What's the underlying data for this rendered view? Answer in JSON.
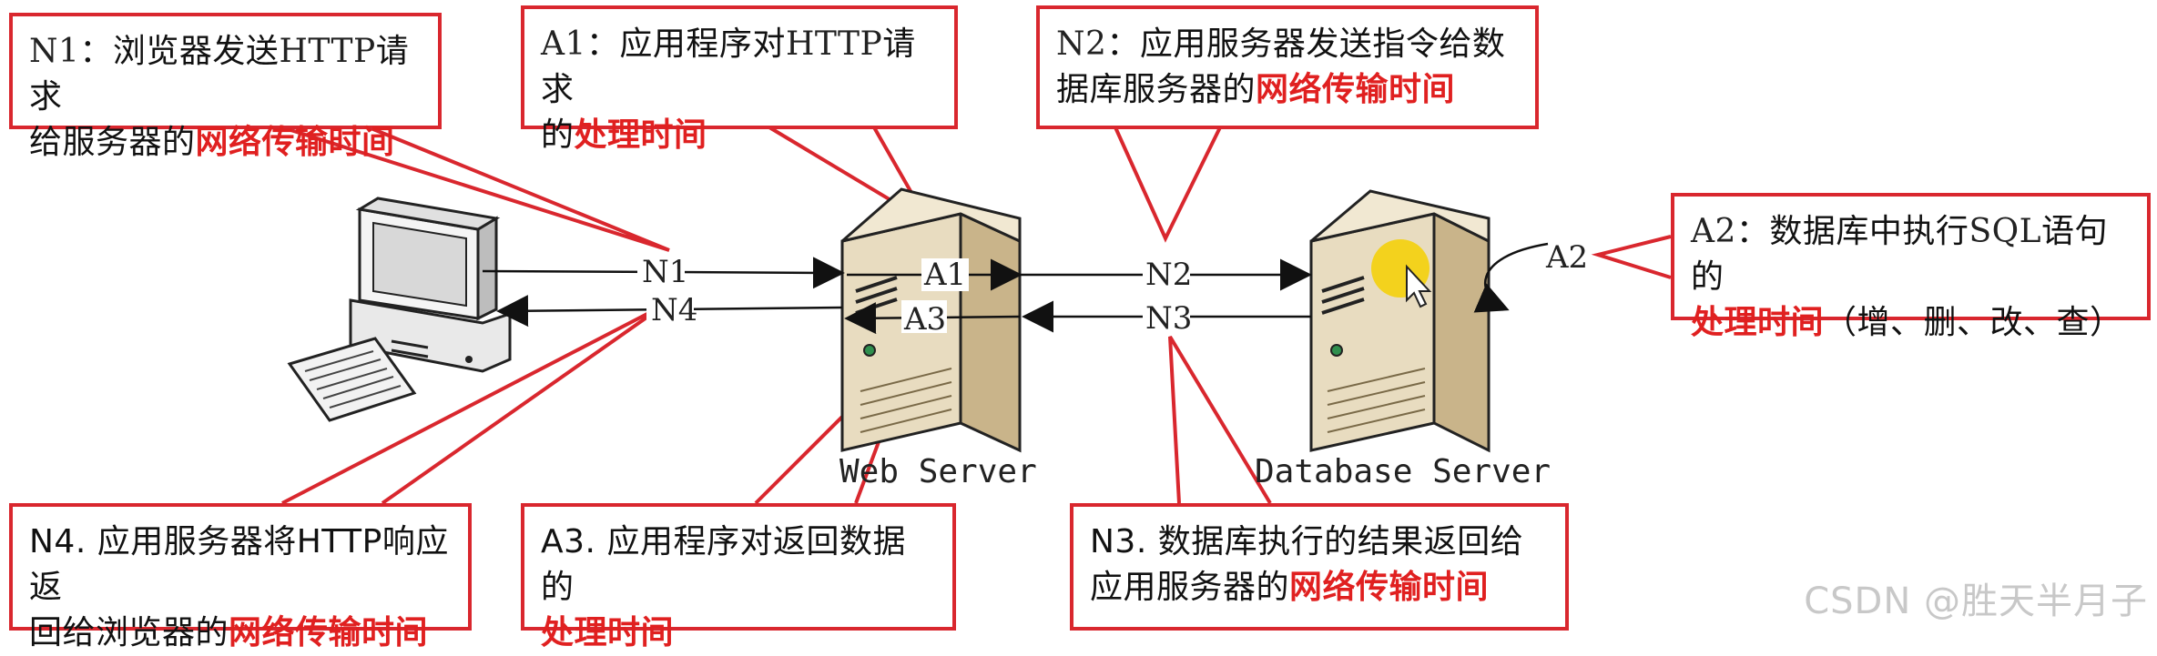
{
  "callouts": {
    "n1": {
      "id": "N1",
      "sep": "：",
      "t1": "浏览器发送",
      "code": "HTTP",
      "t2": "请求",
      "t3": "给服务器的",
      "hl": "网络传输时间"
    },
    "a1": {
      "id": "A1",
      "sep": "：",
      "t1": "应用程序对",
      "code": "HTTP",
      "t2": "请求",
      "t3": "的",
      "hl": "处理时间"
    },
    "n2": {
      "id": "N2",
      "sep": "：",
      "t1": "应用服务器发送指令给数",
      "t3": "据库服务器的",
      "hl": "网络传输时间"
    },
    "a2": {
      "id": "A2",
      "sep": "：",
      "t1": "数据库中执行",
      "code": "SQL",
      "t2": "语句的",
      "hl": "处理时间",
      "t4": "（增、删、改、查）"
    },
    "n4": {
      "id": "N4.",
      "t1": "应用服务器将HTTP响应返",
      "t3": "回给浏览器的",
      "hl": "网络传输时间"
    },
    "a3": {
      "id": "A3.",
      "t1": "应用程序对返回数据的",
      "hl": "处理时间"
    },
    "n3": {
      "id": "N3.",
      "t1": "数据库执行的结果返回给",
      "t3": "应用服务器的",
      "hl": "网络传输时间"
    }
  },
  "diagram": {
    "labels": {
      "n1": "N1",
      "n4": "N4",
      "a1": "A1",
      "a3": "A3",
      "n2": "N2",
      "n3": "N3",
      "a2": "A2"
    },
    "web_server": "Web Server",
    "db_server": "Database Server"
  },
  "watermark": "CSDN @胜天半月子",
  "colors": {
    "accent_red": "#d9272e",
    "highlight_red": "#e02020",
    "server_body": "#e8dcc0",
    "server_side": "#c9b48a"
  },
  "icons": [
    "computer-icon",
    "keyboard-icon",
    "web-server-icon",
    "database-server-icon",
    "cursor-icon"
  ]
}
